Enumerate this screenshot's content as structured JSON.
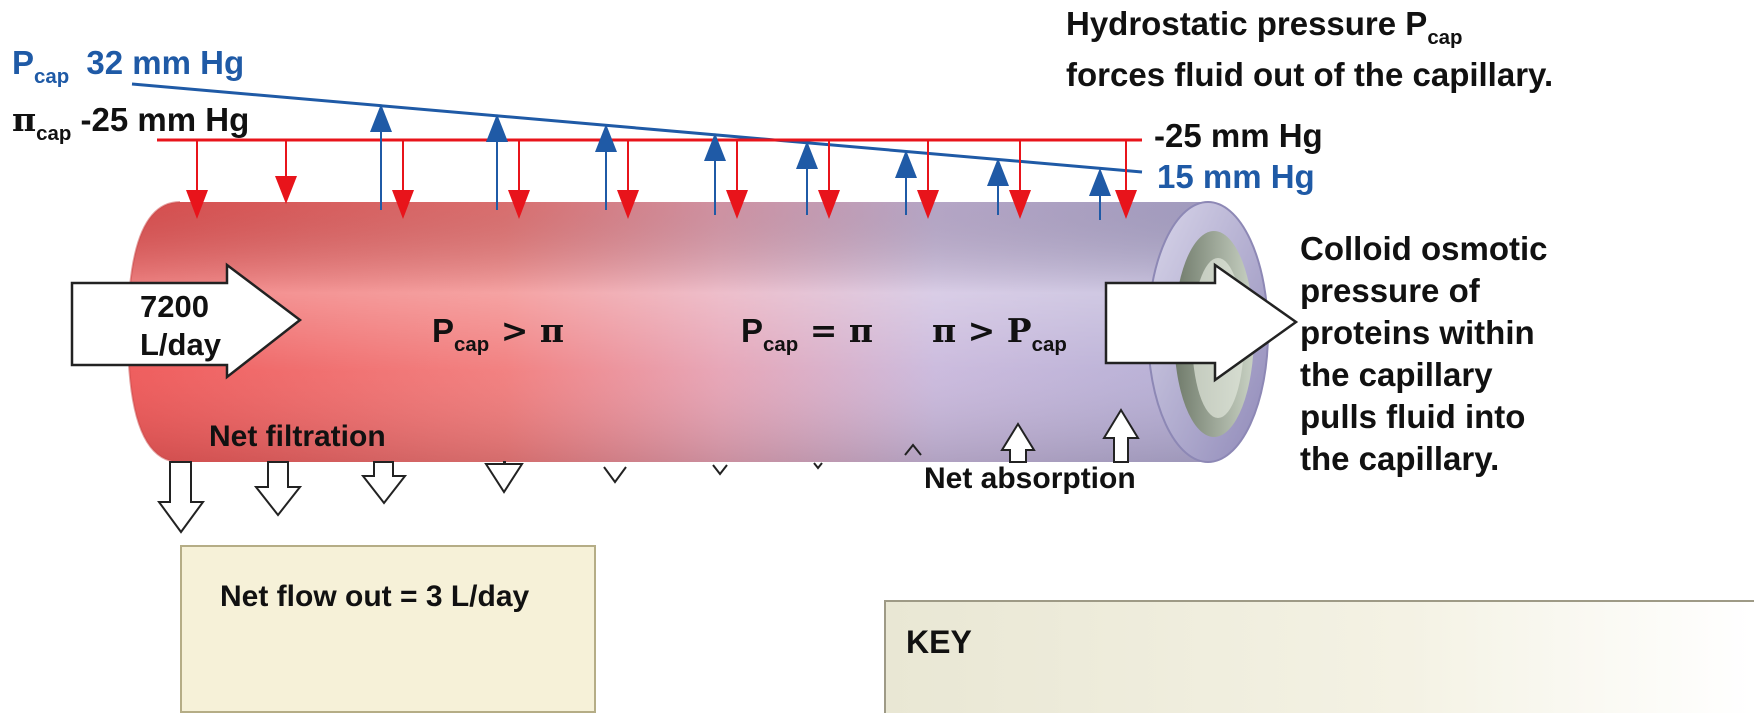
{
  "top_left": {
    "pcap_symbol": "P",
    "pcap_sub": "cap",
    "pcap_value": "32 mm Hg",
    "pi_symbol": "π",
    "pi_sub": "cap",
    "pi_value": "-25 mm Hg"
  },
  "top_right": {
    "hydrostatic_line1": "Hydrostatic pressure P",
    "hydrostatic_sub": "cap",
    "hydrostatic_line2": "forces fluid out of the capillary.",
    "end_osmotic_value": "-25  mm  Hg",
    "end_hydrostatic_value": "15  mm  Hg"
  },
  "capillary": {
    "inflow_value": "7200",
    "inflow_unit": "L/day",
    "zone1_p": "P",
    "zone1_sub": "cap",
    "zone1_rel": " > π",
    "zone2_p": "P",
    "zone2_sub": "cap",
    "zone2_rel": " = π",
    "zone3_lhs": "π > P",
    "zone3_sub": "cap",
    "net_filtration": "Net filtration",
    "net_absorption": "Net absorption"
  },
  "colloid_note": [
    "Colloid osmotic",
    "pressure of",
    "proteins within",
    "the capillary",
    "pulls fluid into",
    "the capillary."
  ],
  "net_flow_box": "Net flow out = 3 L/day",
  "key_title": "KEY",
  "colors": {
    "hydrostatic": "#1f5aa6",
    "osmotic": "#e8141b",
    "arterial_end": "#ee5a5a",
    "venous_end": "#a9a3c9"
  }
}
